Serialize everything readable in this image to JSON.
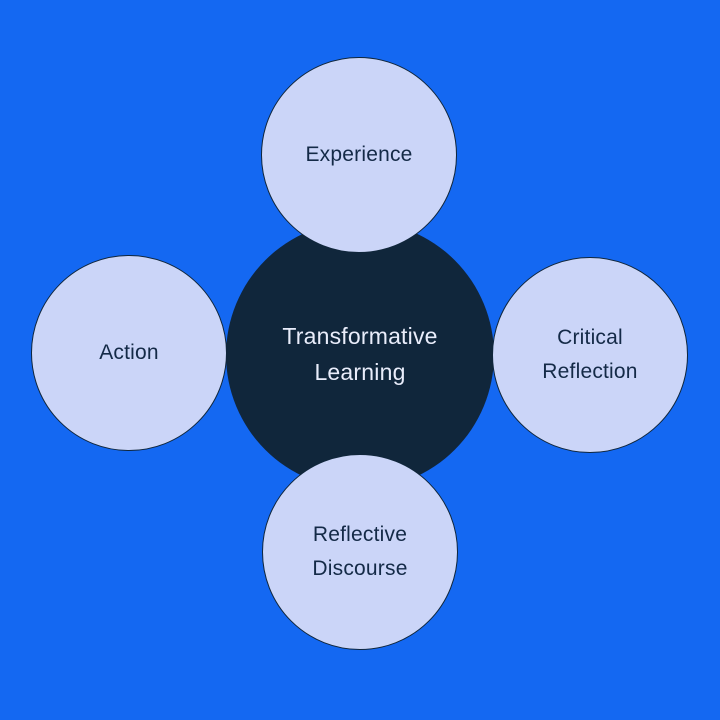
{
  "diagram": {
    "type": "hub-and-spoke",
    "center": {
      "label": "Transformative Learning"
    },
    "nodes": [
      {
        "id": "experience",
        "position": "top",
        "label": "Experience"
      },
      {
        "id": "critical-reflection",
        "position": "right",
        "label": "Critical Reflection"
      },
      {
        "id": "reflective-discourse",
        "position": "bottom",
        "label": "Reflective Discourse"
      },
      {
        "id": "action",
        "position": "left",
        "label": "Action"
      }
    ],
    "colors": {
      "background": "#1468F2",
      "center_fill": "#10263B",
      "center_text": "#E9EDFB",
      "node_fill": "#CBD5F8",
      "node_border": "#10263B",
      "node_text": "#142A47"
    }
  }
}
